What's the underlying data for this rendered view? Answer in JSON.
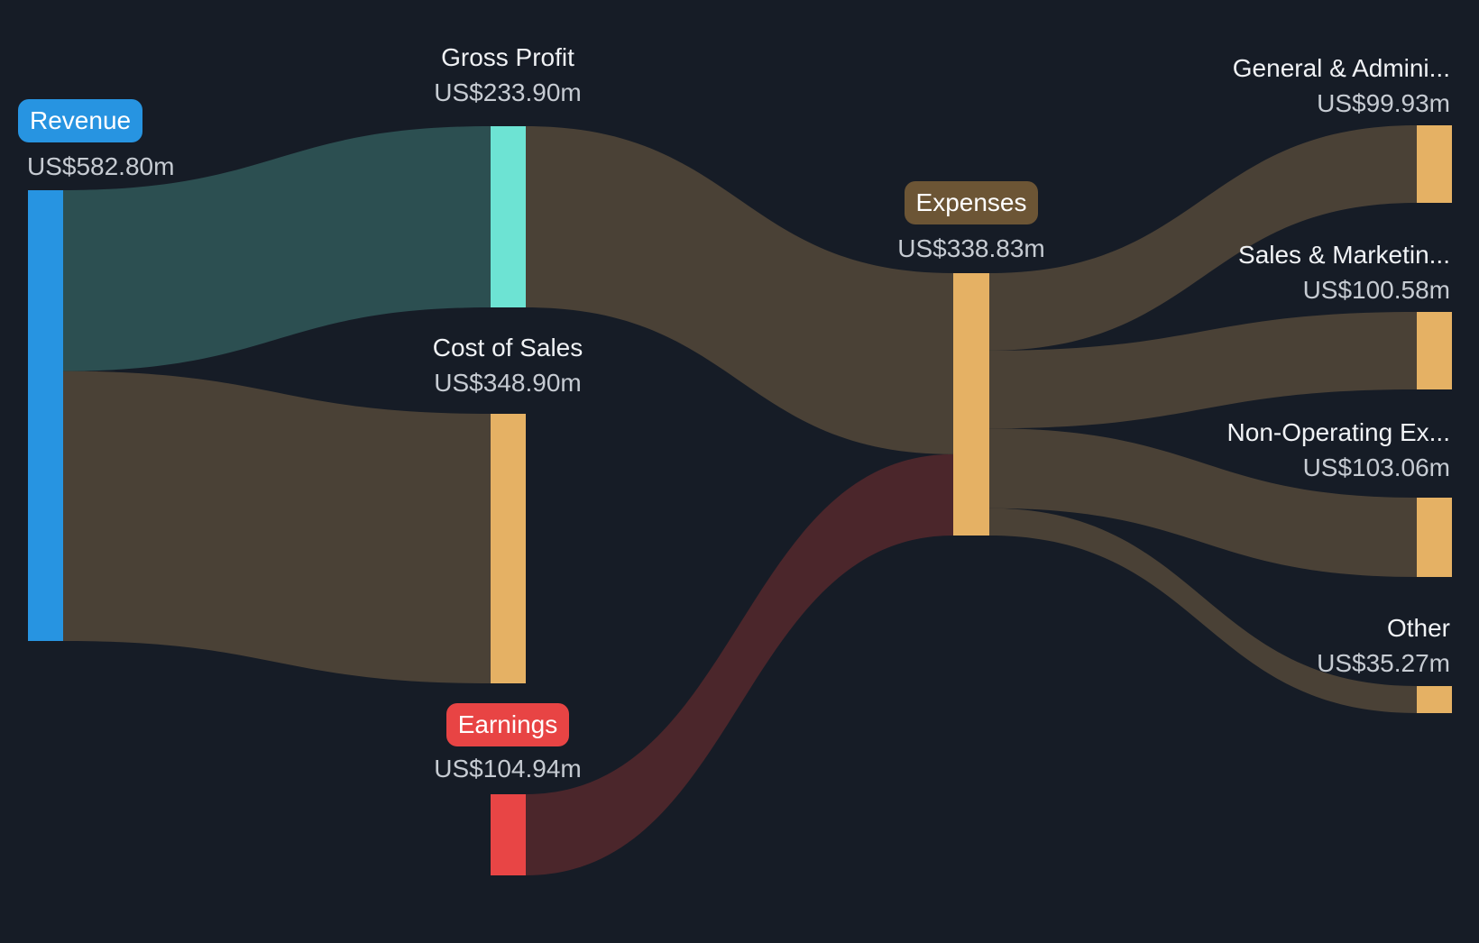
{
  "chart_data": {
    "type": "sankey",
    "background": "#161C26",
    "label_color": "#F0F2F5",
    "value_color": "#C6CBD2",
    "nodes": [
      {
        "id": "revenue",
        "label": "Revenue",
        "value": 582.8,
        "value_text": "US$582.80m",
        "node_color": "#2794E1",
        "badge": true,
        "badge_color": "#2794E1"
      },
      {
        "id": "gross-profit",
        "label": "Gross Profit",
        "value": 233.9,
        "value_text": "US$233.90m",
        "node_color": "#6DE3D3",
        "badge": false
      },
      {
        "id": "cost-of-sales",
        "label": "Cost of Sales",
        "value": 348.9,
        "value_text": "US$348.90m",
        "node_color": "#E5B164",
        "badge": false
      },
      {
        "id": "earnings",
        "label": "Earnings",
        "value": 104.94,
        "value_text": "US$104.94m",
        "node_color": "#E84545",
        "badge": true,
        "badge_color": "#E84444"
      },
      {
        "id": "expenses",
        "label": "Expenses",
        "value": 338.83,
        "value_text": "US$338.83m",
        "node_color": "#E5B164",
        "badge": true,
        "badge_color": "#6C5535"
      },
      {
        "id": "general-admin",
        "label": "General & Admini...",
        "value": 99.93,
        "value_text": "US$99.93m",
        "node_color": "#E5B164",
        "badge": false
      },
      {
        "id": "sales-marketing",
        "label": "Sales & Marketin...",
        "value": 100.58,
        "value_text": "US$100.58m",
        "node_color": "#E5B164",
        "badge": false
      },
      {
        "id": "non-operating",
        "label": "Non-Operating Ex...",
        "value": 103.06,
        "value_text": "US$103.06m",
        "node_color": "#E5B164",
        "badge": false
      },
      {
        "id": "other",
        "label": "Other",
        "value": 35.27,
        "value_text": "US$35.27m",
        "node_color": "#E5B164",
        "badge": false
      }
    ],
    "links": [
      {
        "source": "revenue",
        "target": "gross-profit",
        "value": 233.9,
        "color": "#2C4F51"
      },
      {
        "source": "revenue",
        "target": "cost-of-sales",
        "value": 348.9,
        "color": "#4A4136"
      },
      {
        "source": "gross-profit",
        "target": "expenses",
        "value": 233.9,
        "color": "#4A4136"
      },
      {
        "source": "earnings",
        "target": "expenses",
        "value": 104.94,
        "color": "#4B262B"
      },
      {
        "source": "expenses",
        "target": "general-admin",
        "value": 99.93,
        "color": "#4A4136"
      },
      {
        "source": "expenses",
        "target": "sales-marketing",
        "value": 100.58,
        "color": "#4A4136"
      },
      {
        "source": "expenses",
        "target": "non-operating",
        "value": 103.06,
        "color": "#4A4136"
      },
      {
        "source": "expenses",
        "target": "other",
        "value": 35.27,
        "color": "#4A4136"
      }
    ]
  }
}
